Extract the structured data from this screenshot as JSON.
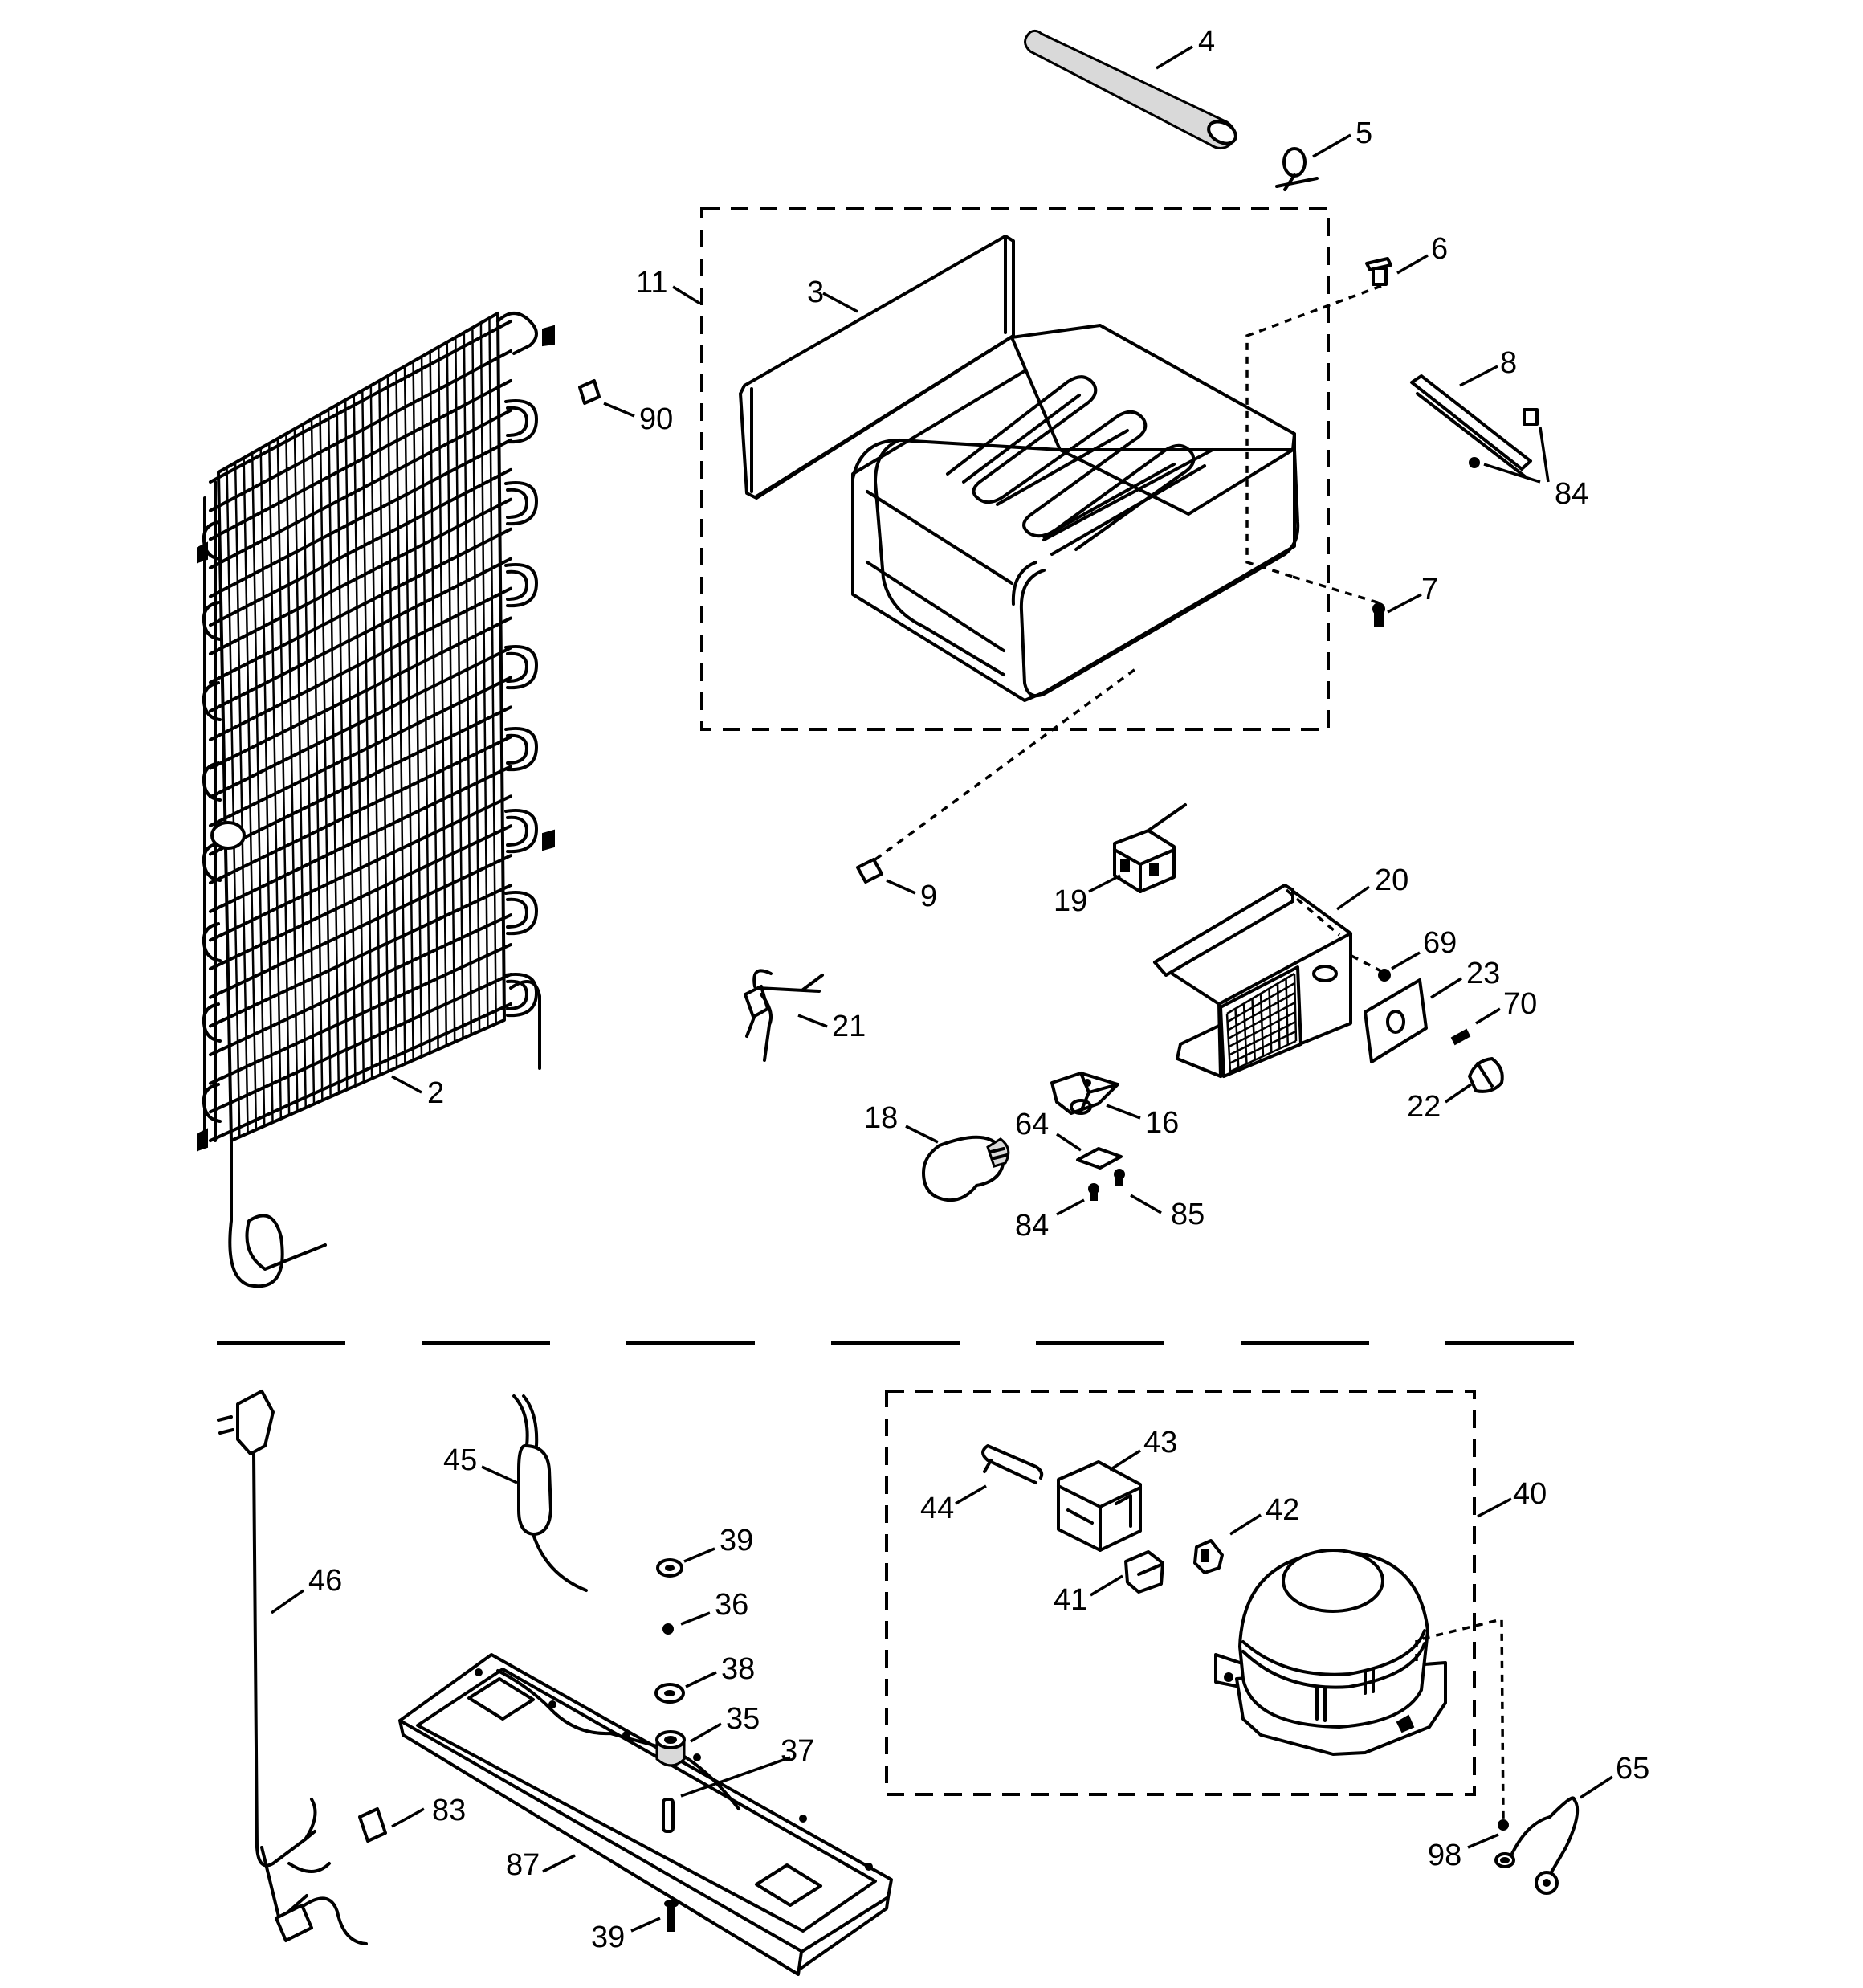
{
  "labels": {
    "p4": "4",
    "p5": "5",
    "p11": "11",
    "p3": "3",
    "p6": "6",
    "p8": "8",
    "p90": "90",
    "p84a": "84",
    "p7": "7",
    "p2": "2",
    "p9": "9",
    "p19": "19",
    "p20": "20",
    "p69": "69",
    "p23": "23",
    "p70": "70",
    "p21": "21",
    "p22": "22",
    "p18": "18",
    "p64": "64",
    "p16": "16",
    "p84b": "84",
    "p85": "85",
    "p46": "46",
    "p45": "45",
    "p39a": "39",
    "p36": "36",
    "p38": "38",
    "p35": "35",
    "p37": "37",
    "p83": "83",
    "p87": "87",
    "p39b": "39",
    "p43": "43",
    "p40": "40",
    "p44": "44",
    "p42": "42",
    "p41": "41",
    "p65": "65",
    "p98": "98"
  },
  "icons": {
    "condenser": "condenser-coil-icon",
    "evaporator": "evaporator-icon",
    "compressor": "compressor-icon",
    "bulb": "light-bulb-icon",
    "power_cord": "power-cord-icon",
    "drain_pan": "drain-pan-icon"
  }
}
